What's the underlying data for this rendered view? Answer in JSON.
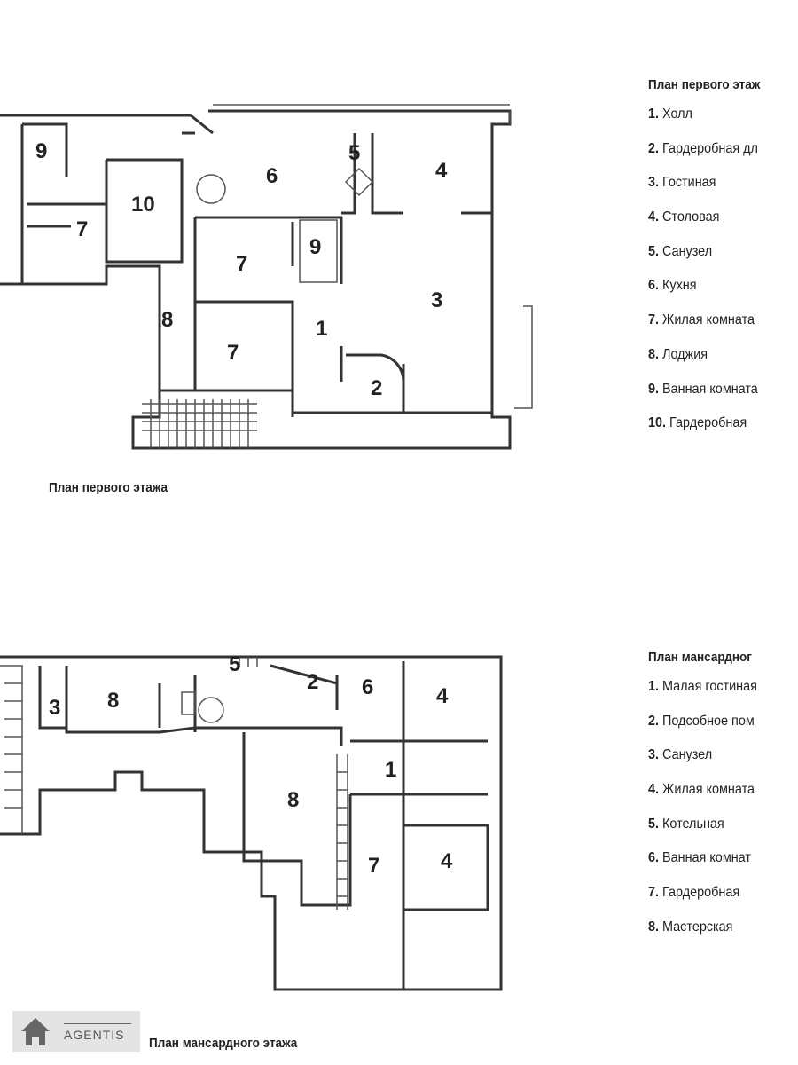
{
  "first_floor": {
    "caption": "План первого этажа",
    "legend_title": "План первого этаж",
    "legend": [
      {
        "num": "1.",
        "label": "Холл"
      },
      {
        "num": "2.",
        "label": "Гардеробная дл"
      },
      {
        "num": "3.",
        "label": "Гостиная"
      },
      {
        "num": "4.",
        "label": "Столовая"
      },
      {
        "num": "5.",
        "label": "Санузел"
      },
      {
        "num": "6.",
        "label": "Кухня"
      },
      {
        "num": "7.",
        "label": "Жилая комната"
      },
      {
        "num": "8.",
        "label": "Лоджия"
      },
      {
        "num": "9.",
        "label": "Ванная комната"
      },
      {
        "num": "10.",
        "label": "Гардеробная"
      }
    ],
    "room_labels": [
      "9",
      "10",
      "7",
      "6",
      "5",
      "4",
      "7",
      "9",
      "8",
      "1",
      "3",
      "7",
      "2"
    ]
  },
  "attic_floor": {
    "caption": "План мансардного этажа",
    "legend_title": "План мансардног",
    "legend": [
      {
        "num": "1.",
        "label": "Малая гостиная"
      },
      {
        "num": "2.",
        "label": "Подсобное пом"
      },
      {
        "num": "3.",
        "label": "Санузел"
      },
      {
        "num": "4.",
        "label": "Жилая комната"
      },
      {
        "num": "5.",
        "label": "Котельная"
      },
      {
        "num": "6.",
        "label": "Ванная комнат"
      },
      {
        "num": "7.",
        "label": "Гардеробная"
      },
      {
        "num": "8.",
        "label": "Мастерская"
      }
    ],
    "room_labels": [
      "3",
      "8",
      "5",
      "2",
      "6",
      "4",
      "1",
      "8",
      "7",
      "4"
    ]
  },
  "watermark": {
    "text": "AGENTIS",
    "icon": "house-icon"
  }
}
